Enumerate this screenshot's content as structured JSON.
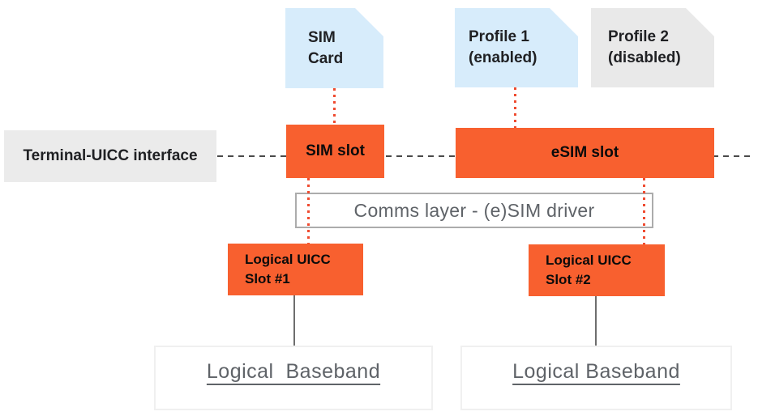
{
  "colors": {
    "orange": "#F8602F",
    "card_blue": "#D7ECFB",
    "card_gray": "#E9E9E9",
    "label_bg": "#EBEBEB",
    "text_dark": "#202124",
    "text_gray": "#5F6368",
    "dotted_red": "#EF4B30",
    "dash_gray": "#4A4A4A",
    "comms_border": "#ACACAC",
    "baseband_border": "#F0F0F0",
    "connector_gray": "#6E6E6E"
  },
  "nodes": {
    "sim_card": {
      "label": "SIM\nCard"
    },
    "profile_1": {
      "label": "Profile 1\n(enabled)"
    },
    "profile_2": {
      "label": "Profile 2\n(disabled)"
    },
    "terminal_uicc_interface": {
      "label": "Terminal-UICC interface"
    },
    "sim_slot": {
      "label": "SIM slot"
    },
    "esim_slot": {
      "label": "eSIM slot"
    },
    "comms_layer": {
      "label": "Comms layer - (e)SIM driver"
    },
    "logical_uicc_slot_1": {
      "label": "Logical UICC\nSlot #1"
    },
    "logical_uicc_slot_2": {
      "label": "Logical UICC\nSlot #2"
    },
    "logical_baseband_1": {
      "label": "Logical  Baseband"
    },
    "logical_baseband_2": {
      "label": "Logical Baseband"
    }
  }
}
